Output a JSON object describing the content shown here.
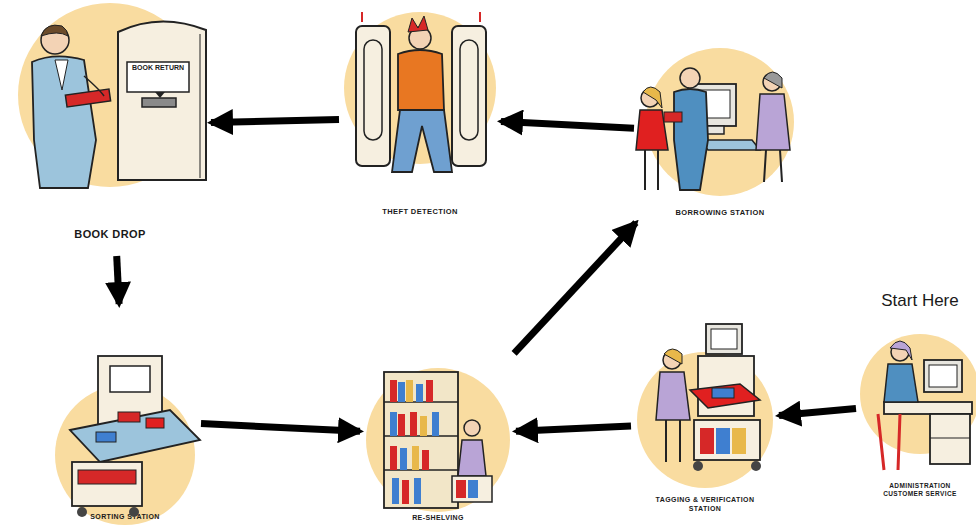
{
  "diagram": {
    "nodes": [
      {
        "text": [
          "BOOK DROP"
        ]
      },
      {
        "text": [
          "THEFT DETECTION"
        ]
      },
      {
        "text": [
          "BORROWING STATION"
        ]
      },
      {
        "text": [
          "SORTING STATION"
        ]
      },
      {
        "text": [
          "RE-SHELVING"
        ]
      },
      {
        "text": [
          "TAGGING & VERIFICATION STATION"
        ]
      },
      {
        "text": [
          "Start Here",
          "ADMINISTRATION CUSTOMER SERVICE"
        ]
      }
    ],
    "edges": [
      {
        "from": 6,
        "to": 5,
        "arrow": "to"
      },
      {
        "from": 5,
        "to": 4,
        "arrow": "to"
      },
      {
        "from": 4,
        "to": 2,
        "arrow": "to"
      },
      {
        "from": 2,
        "to": 1,
        "arrow": "to"
      },
      {
        "from": 1,
        "to": 0,
        "arrow": "to"
      },
      {
        "from": 0,
        "to": 3,
        "arrow": "to"
      },
      {
        "from": 3,
        "to": 4,
        "arrow": "to"
      }
    ],
    "labels": [
      "BOOK RETURN"
    ]
  }
}
